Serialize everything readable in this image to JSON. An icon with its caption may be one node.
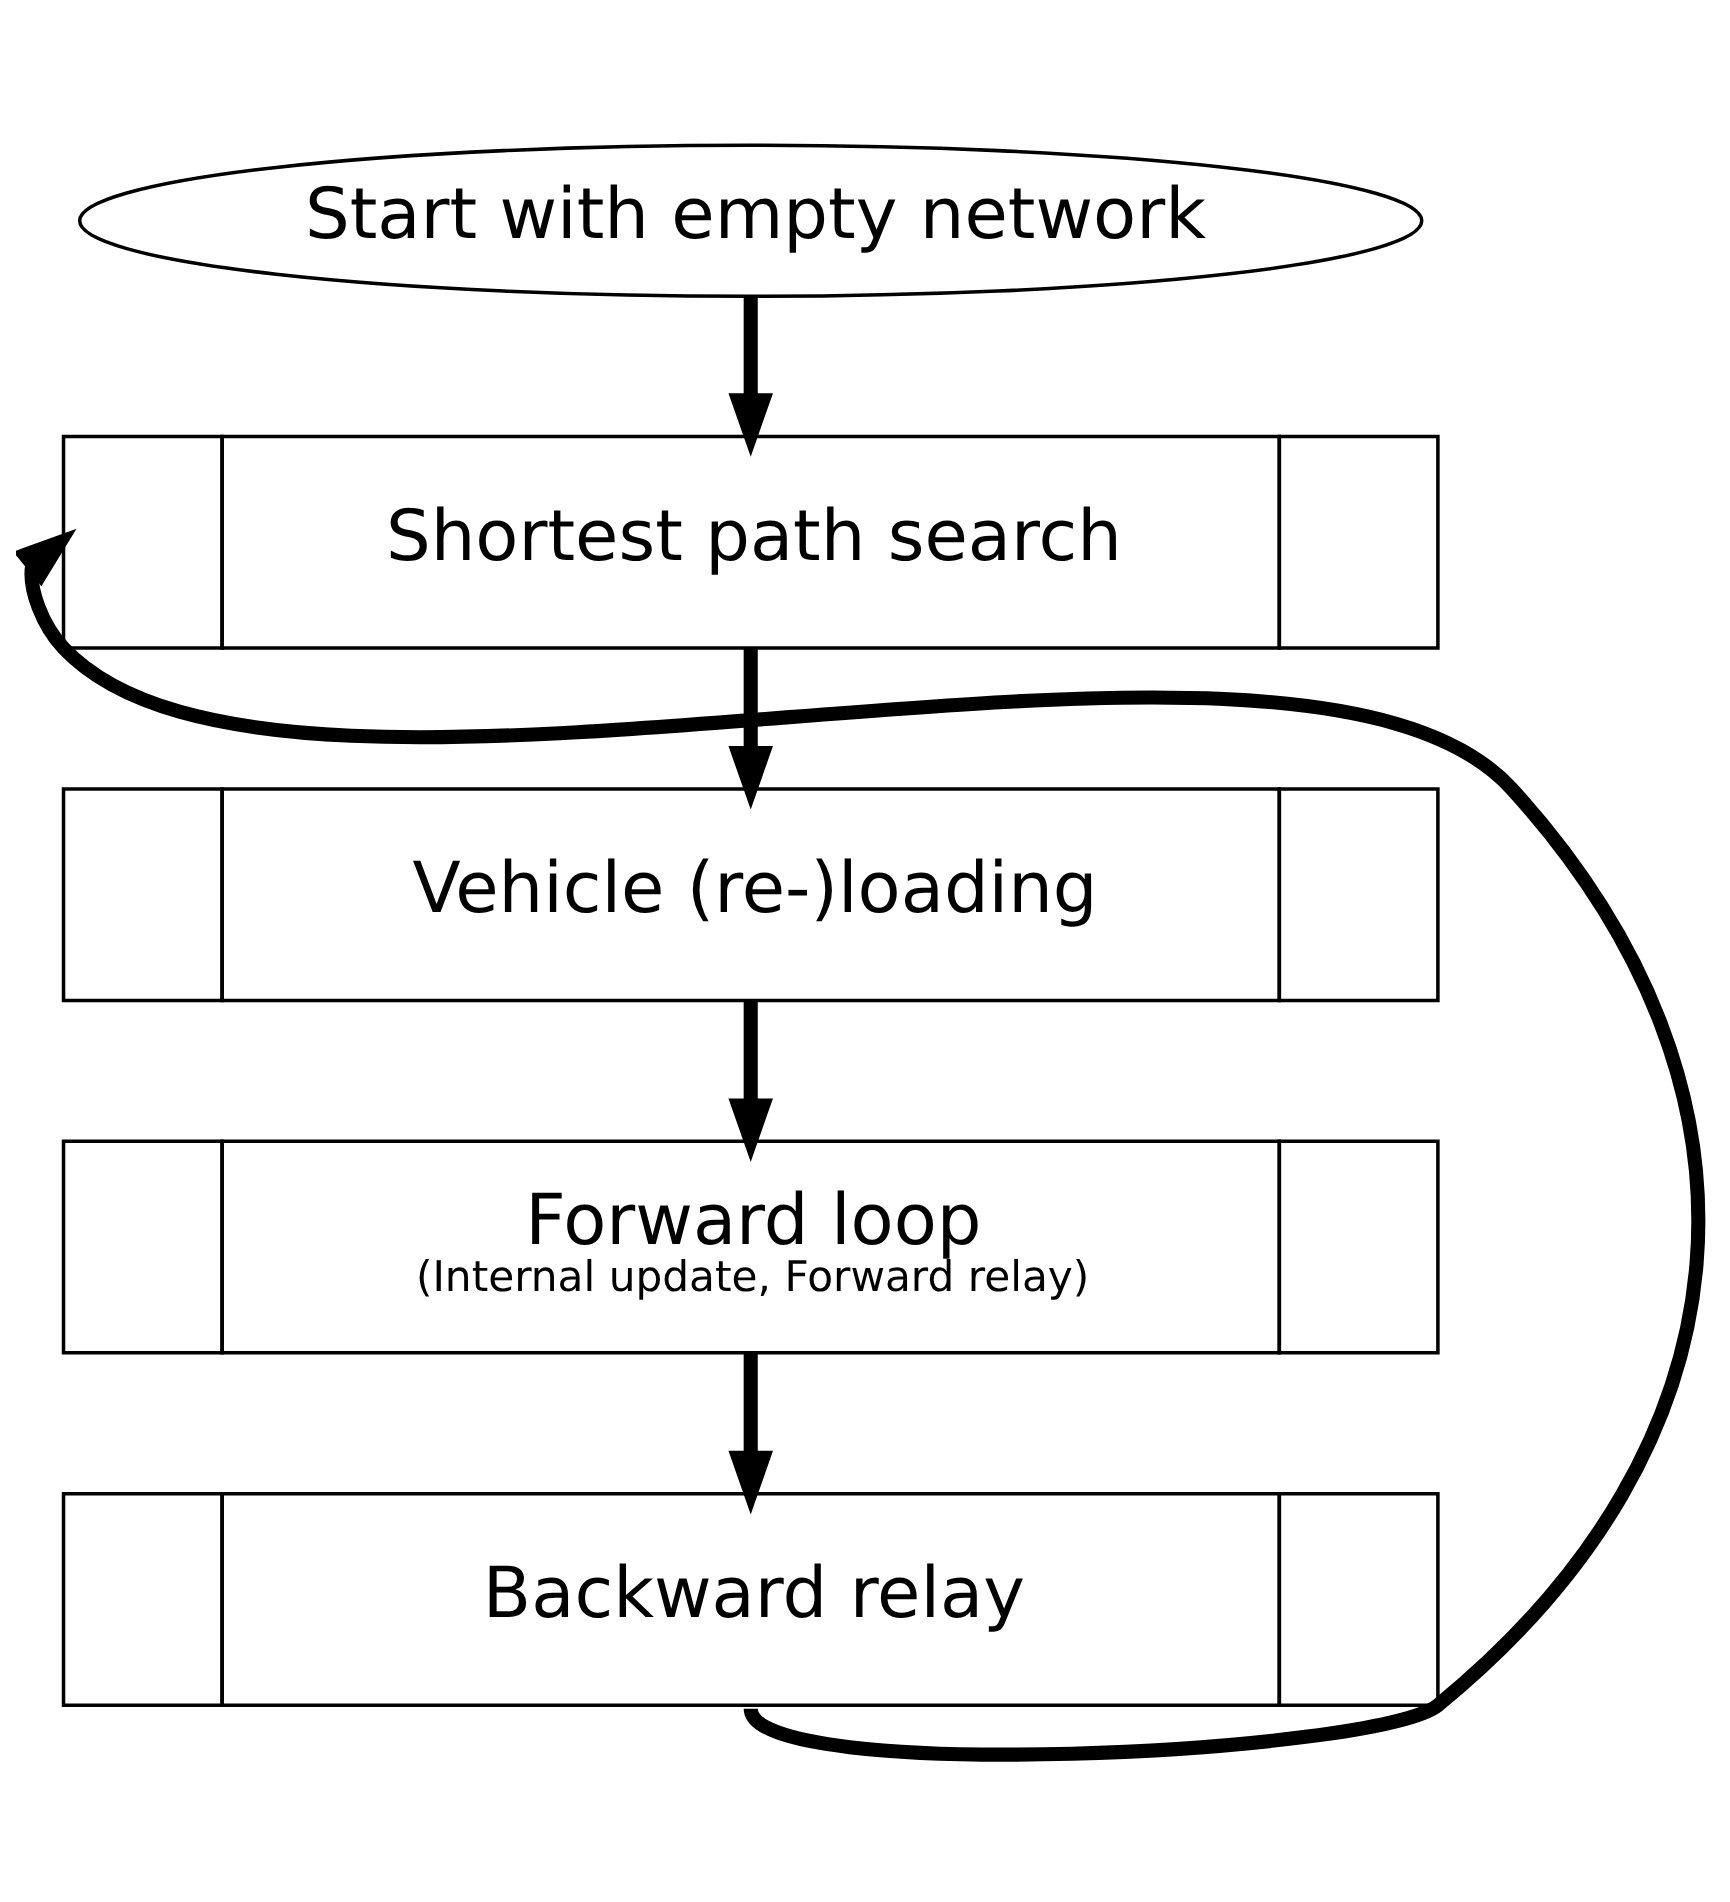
{
  "diagram": {
    "nodes": [
      {
        "text": [
          "Start with empty network"
        ]
      },
      {
        "text": [
          "Shortest path search"
        ]
      },
      {
        "text": [
          "Vehicle (re-)loading"
        ]
      },
      {
        "text": [
          "Forward loop",
          "(Internal update, Forward relay)"
        ]
      },
      {
        "text": [
          "Backward relay"
        ]
      }
    ],
    "edges": [
      {
        "from": 0,
        "to": 1,
        "arrow": "to"
      },
      {
        "from": 1,
        "to": 2,
        "arrow": "to"
      },
      {
        "from": 2,
        "to": 3,
        "arrow": "to"
      },
      {
        "from": 3,
        "to": 4,
        "arrow": "to"
      },
      {
        "from": 4,
        "to": 1,
        "arrow": "to"
      }
    ]
  }
}
